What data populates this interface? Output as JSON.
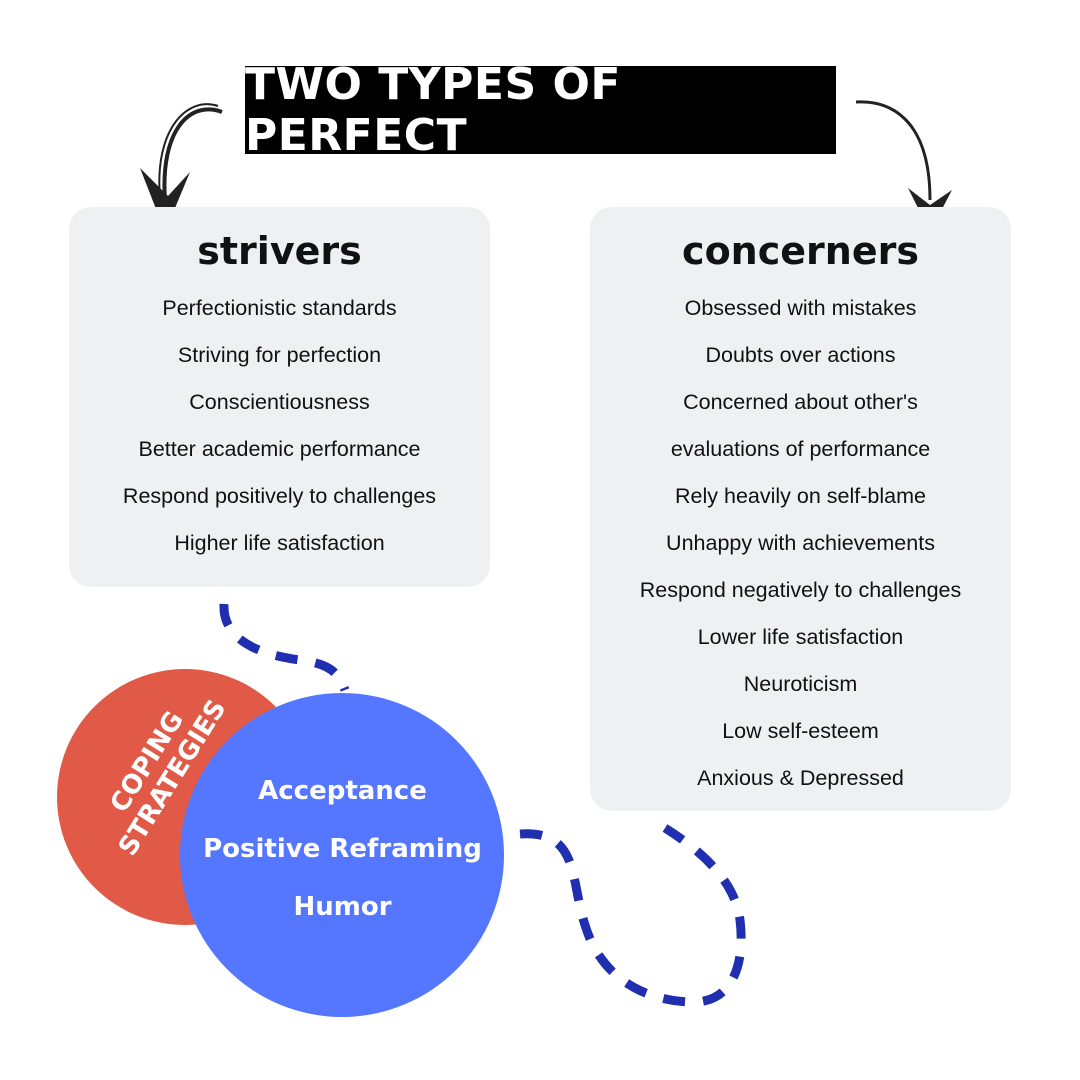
{
  "title": "TWO TYPES OF PERFECT",
  "strivers": {
    "heading": "strivers",
    "items": [
      "Perfectionistic standards",
      "Striving for perfection",
      "Conscientiousness",
      "Better academic performance",
      "Respond positively to challenges",
      "Higher life satisfaction"
    ]
  },
  "concerners": {
    "heading": "concerners",
    "items": [
      "Obsessed with mistakes",
      "Doubts over actions",
      "Concerned about other's",
      "evaluations of performance",
      "Rely heavily on self-blame",
      "Unhappy with achievements",
      "Respond negatively to challenges",
      "Lower life satisfaction",
      "Neuroticism",
      "Low self-esteem",
      "Anxious & Depressed"
    ]
  },
  "coping": {
    "label_line1": "COPING",
    "label_line2": "STRATEGIES",
    "strategies": [
      "Acceptance",
      "Positive Reframing",
      "Humor"
    ]
  },
  "colors": {
    "title_bg": "#000000",
    "panel_bg": "#eef0f2",
    "coping_red": "#e05a47",
    "coping_blue": "#5577ff",
    "dash_blue": "#1f2fb0"
  }
}
